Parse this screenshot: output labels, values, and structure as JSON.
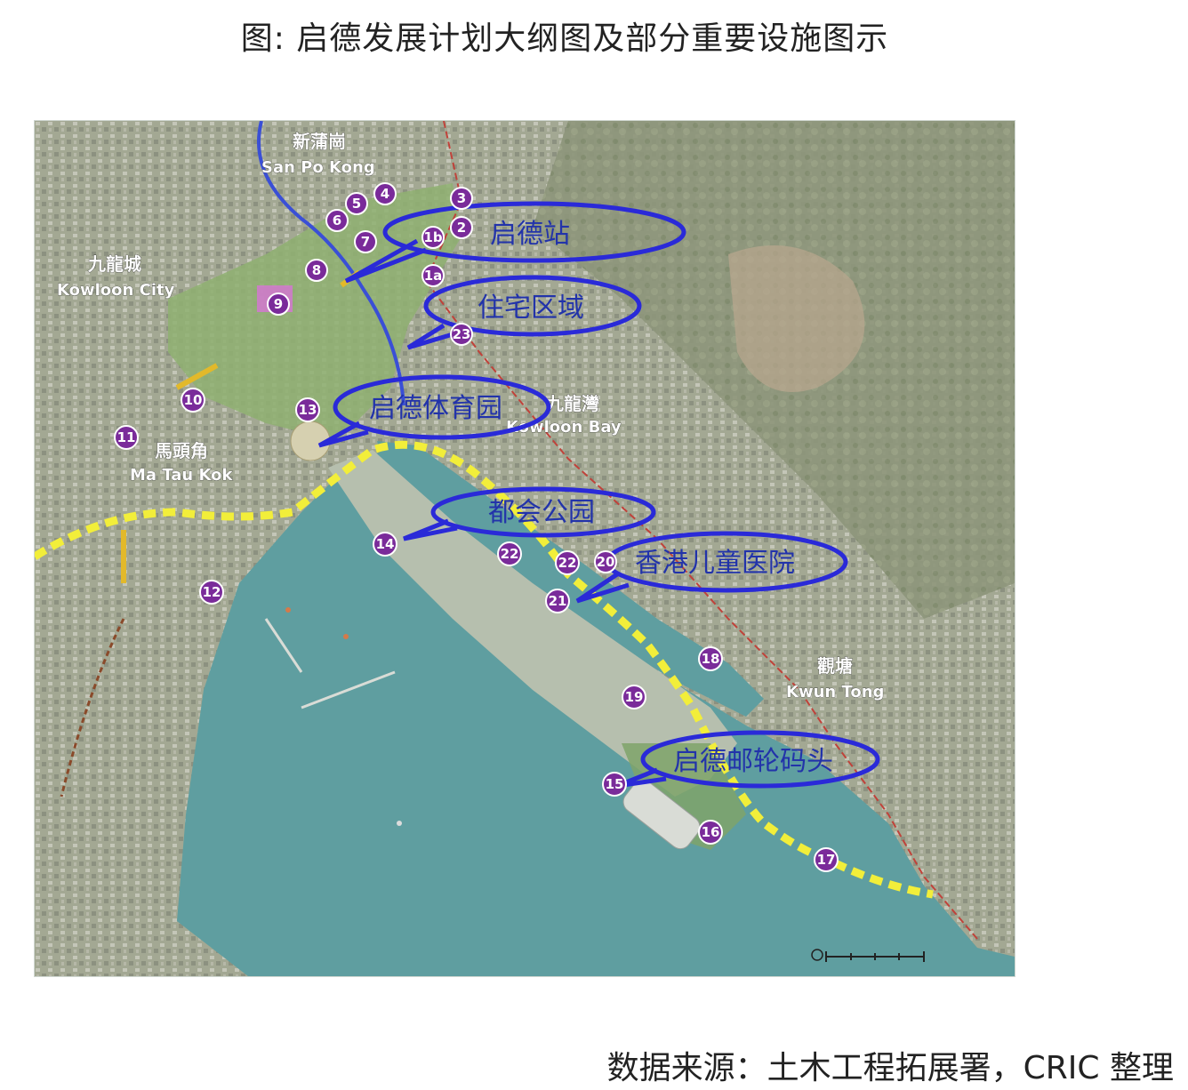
{
  "title": "图: 启德发展计划大纲图及部分重要设施图示",
  "source": "数据来源：土木工程拓展署，CRIC 整理",
  "colors": {
    "sea": "#5f9ea0",
    "land": "#9aa087",
    "callout_stroke": "#2a2ad8",
    "callout_text": "#2233aa",
    "marker_fill": "#7a2b9a",
    "walkway": "#f2ee3a",
    "rail": "#3a4fd6"
  },
  "callouts": [
    "启德站",
    "住宅区域",
    "启德体育园",
    "都会公园",
    "香港儿童医院",
    "启德邮轮码头"
  ],
  "place_labels": {
    "san_po_kong_zh": "新蒲崗",
    "san_po_kong_en": "San Po Kong",
    "kowloon_city_zh": "九龍城",
    "kowloon_city_en": "Kowloon City",
    "ma_tau_kok_zh": "馬頭角",
    "ma_tau_kok_en": "Ma Tau Kok",
    "kowloon_bay_zh": "九龍灣",
    "kowloon_bay_en": "Kowloon Bay",
    "kwun_tong_zh": "觀塘",
    "kwun_tong_en": "Kwun Tong"
  },
  "markers": [
    "1a",
    "1b",
    "2",
    "3",
    "4",
    "5",
    "6",
    "7",
    "8",
    "9",
    "10",
    "11",
    "12",
    "13",
    "14",
    "15",
    "16",
    "17",
    "18",
    "19",
    "20",
    "21",
    "22",
    "22",
    "23"
  ]
}
